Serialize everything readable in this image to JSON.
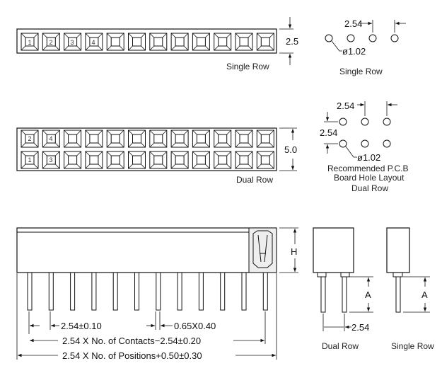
{
  "single_row_top": {
    "height_dim": "2.5",
    "caption": "Single Row",
    "cell_numbers": [
      "1",
      "2",
      "3",
      "4"
    ]
  },
  "single_row_pcb": {
    "pitch_dim": "2.54",
    "hole_dim": "ø1.02",
    "caption": "Single Row"
  },
  "dual_row_top": {
    "height_dim": "5.0",
    "caption": "Dual Row",
    "top_cell_numbers": [
      "2",
      "4"
    ],
    "bottom_cell_numbers": [
      "1",
      "3"
    ]
  },
  "dual_row_pcb": {
    "pitch_dim_h": "2.54",
    "pitch_dim_v": "2.54",
    "hole_dim": "ø1.02",
    "caption_line1": "Recommended  P.C.B",
    "caption_line2": "Board  Hole Layout",
    "caption_line3": "Dual Row"
  },
  "side_view": {
    "height_label": "H",
    "pitch_tol": "2.54±0.10",
    "pin_size": "0.65X0.40",
    "contacts_formula": "2.54  X  No.  of  Contacts−2.54±0.20",
    "positions_formula": "2.54  X  No.  of  Positions+0.50±0.30"
  },
  "end_view_dual": {
    "pin_length_label": "A",
    "pitch_dim": "2.54",
    "caption": "Dual Row"
  },
  "end_view_single": {
    "pin_length_label": "A",
    "caption": "Single Row"
  }
}
